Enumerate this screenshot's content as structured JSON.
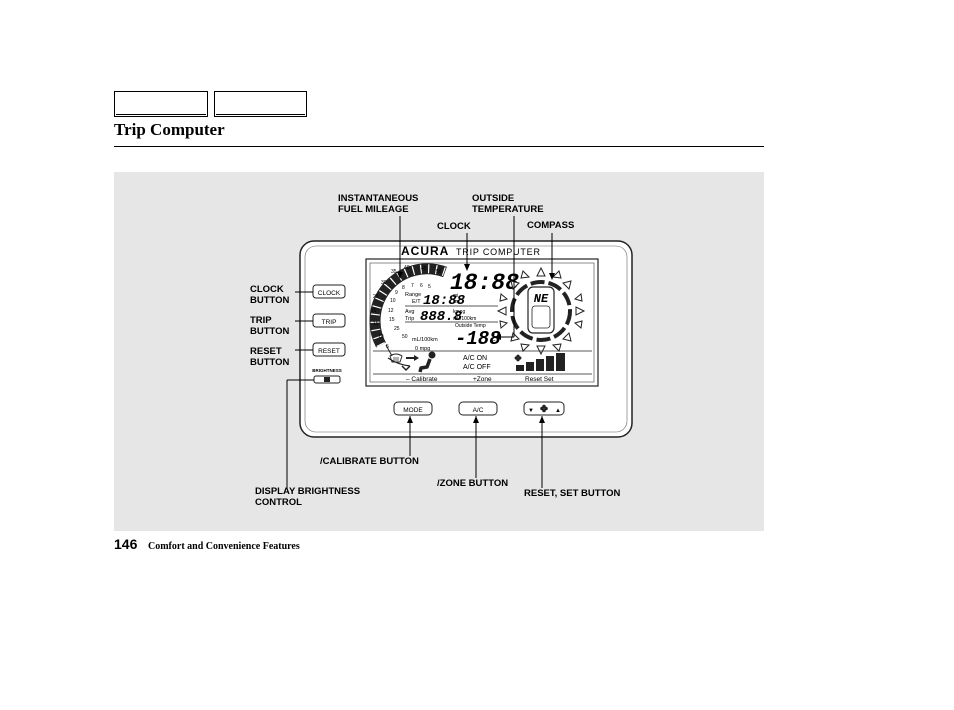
{
  "header": {
    "title": "Trip Computer"
  },
  "callouts": {
    "instantaneous": "INSTANTANEOUS\nFUEL MILEAGE",
    "outside_temp": "OUTSIDE\nTEMPERATURE",
    "clock": "CLOCK",
    "compass": "COMPASS",
    "clock_button": "CLOCK\nBUTTON",
    "trip_button": "TRIP\nBUTTON",
    "reset_button": "RESET\nBUTTON",
    "calibrate_button": "/CALIBRATE BUTTON",
    "zone_button": "/ZONE BUTTON",
    "reset_set_button": "RESET, SET BUTTON",
    "brightness_control": "DISPLAY BRIGHTNESS\nCONTROL"
  },
  "device": {
    "brand": "ACURA",
    "unit_title": "TRIP COMPUTER",
    "clock_btn": "CLOCK",
    "trip_btn": "TRIP",
    "reset_btn": "RESET",
    "brightness_label": "BRIGHTNESS",
    "mode_btn": "MODE",
    "ac_btn": "A/C",
    "fan_btn_down": "▼",
    "fan_btn_up": "▲",
    "display": {
      "clock_digits": "18:88",
      "range_label": "Range",
      "et_label": "E/T",
      "range_digits": "18:88",
      "range_units_1": "mi",
      "range_units_2": "km",
      "avg_label": "Avg",
      "trip_label": "Trip",
      "avg_digits": "888.8",
      "avg_units_1": "kmpg",
      "avg_units_2": "mL/100km",
      "outside_temp_label": "Outside Temp",
      "temp_digits": "-188",
      "temp_unit_f": "F",
      "temp_unit_c": "C",
      "gauge_units": "mL/100km",
      "gauge_mpg": "0 mpg",
      "gauge_outer": [
        "35",
        "40",
        "45",
        "50",
        "30",
        "25",
        "20",
        "15",
        "10",
        "5"
      ],
      "gauge_inner": [
        "8",
        "7",
        "6",
        "5",
        "9",
        "10",
        "12",
        "15",
        "25",
        "50"
      ],
      "ac_on": "A/C ON",
      "ac_off": "A/C OFF",
      "calibrate": "– Calibrate",
      "zone": "+Zone",
      "reset_set": "Reset Set",
      "compass_digits": "NE"
    }
  },
  "footer": {
    "page_number": "146",
    "section": "Comfort and Convenience Features"
  }
}
